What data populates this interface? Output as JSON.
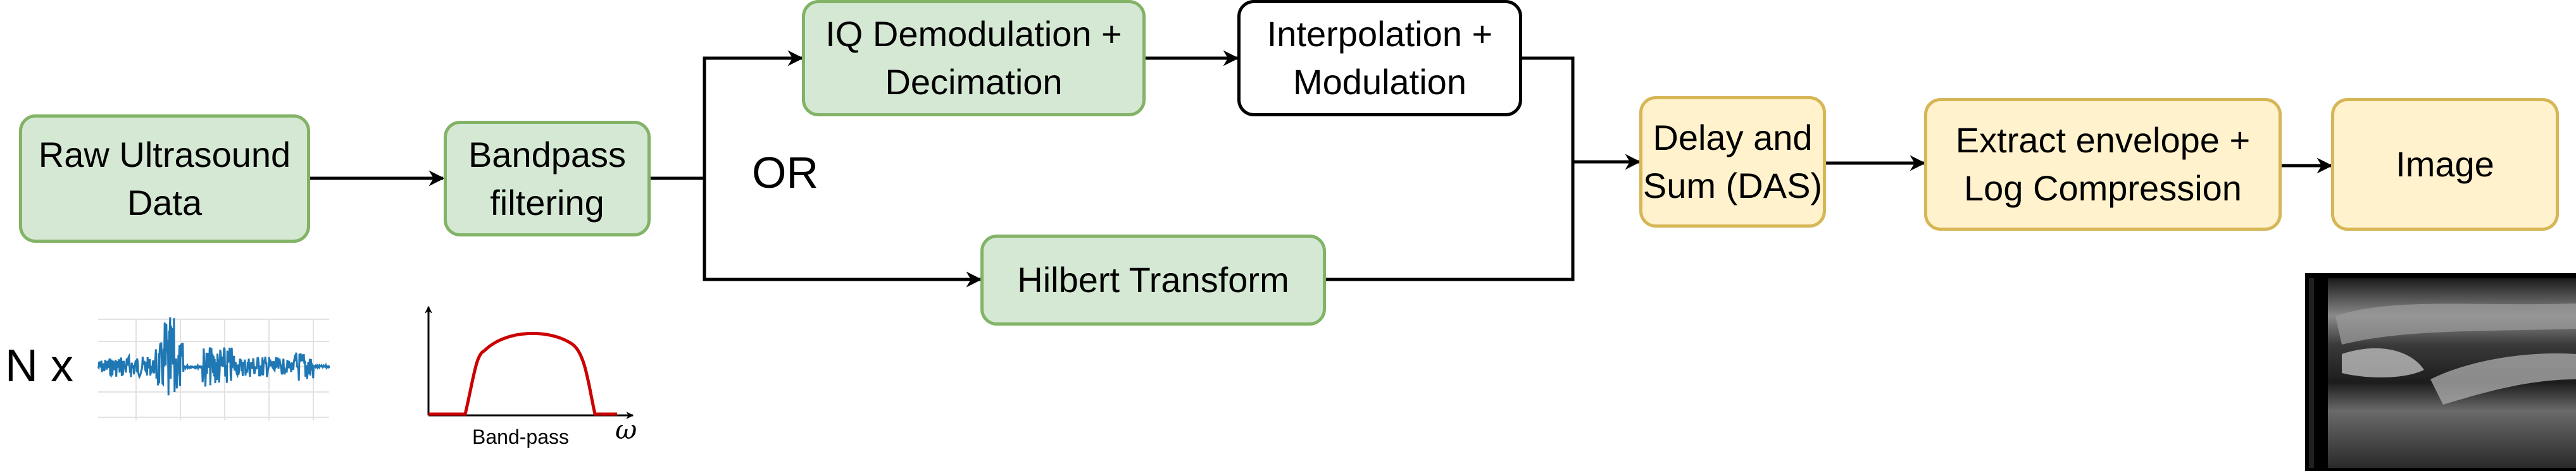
{
  "colors": {
    "green_fill": "#d5e8d4",
    "green_stroke": "#82b366",
    "yellow_fill": "#fff2cc",
    "yellow_stroke": "#d6b656",
    "signal_blue": "#1f77b4",
    "bandpass_red": "#cc0000"
  },
  "nodes": {
    "raw": "Raw Ultrasound\nData",
    "bandpass": "Bandpass\nfiltering",
    "iq": "IQ Demodulation +\nDecimation",
    "interp": "Interpolation +\nModulation",
    "hilbert": "Hilbert Transform",
    "das": "Delay and\nSum (DAS)",
    "envelope": "Extract envelope +\nLog Compression",
    "image": "Image"
  },
  "or_label": "OR",
  "signal_prefix": "N x",
  "filter_plot": {
    "x_label": "Band-pass",
    "omega_label": "ω"
  }
}
